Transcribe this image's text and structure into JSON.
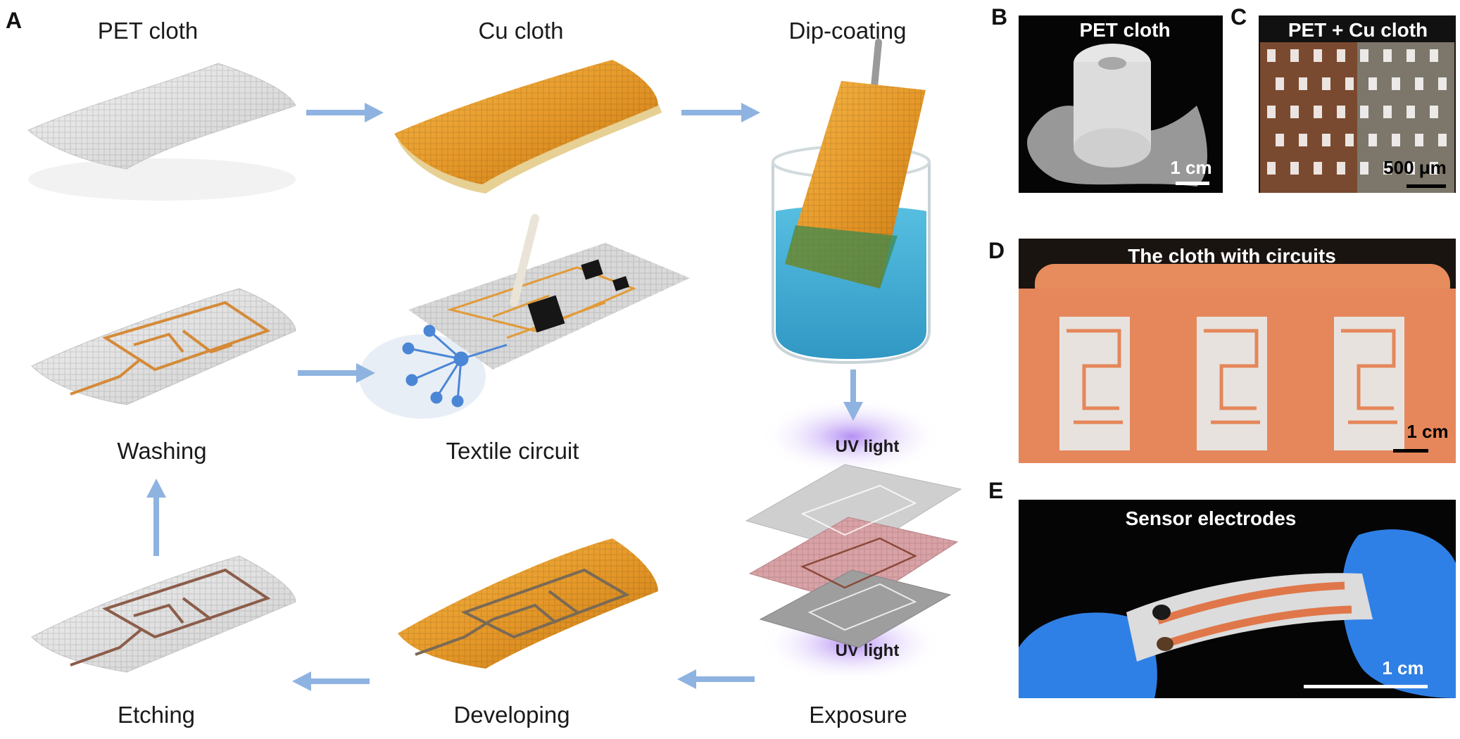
{
  "panel_letters": {
    "a": "A",
    "b": "B",
    "c": "C",
    "d": "D",
    "e": "E"
  },
  "steps": {
    "pet_cloth": "PET cloth",
    "cu_cloth": "Cu cloth",
    "dip_coating": "Dip-coating",
    "washing": "Washing",
    "textile_circuit": "Textile circuit",
    "etching": "Etching",
    "developing": "Developing",
    "exposure": "Exposure"
  },
  "uv": {
    "top": "UV light",
    "bottom": "UV light"
  },
  "photos": {
    "b": {
      "title": "PET cloth",
      "scale": "1 cm"
    },
    "c": {
      "title": "PET + Cu cloth",
      "scale": "500 μm"
    },
    "d": {
      "title": "The cloth with circuits",
      "scale": "1 cm"
    },
    "e": {
      "title": "Sensor electrodes",
      "scale": "1 cm"
    }
  },
  "colors": {
    "arrow": "#8fb3e0",
    "copper": "#e79a2a",
    "pet": "#e4e4e4",
    "solution": "#2fa6cf",
    "uv_glow": "#b18cf0",
    "glove": "#2f80e6"
  }
}
